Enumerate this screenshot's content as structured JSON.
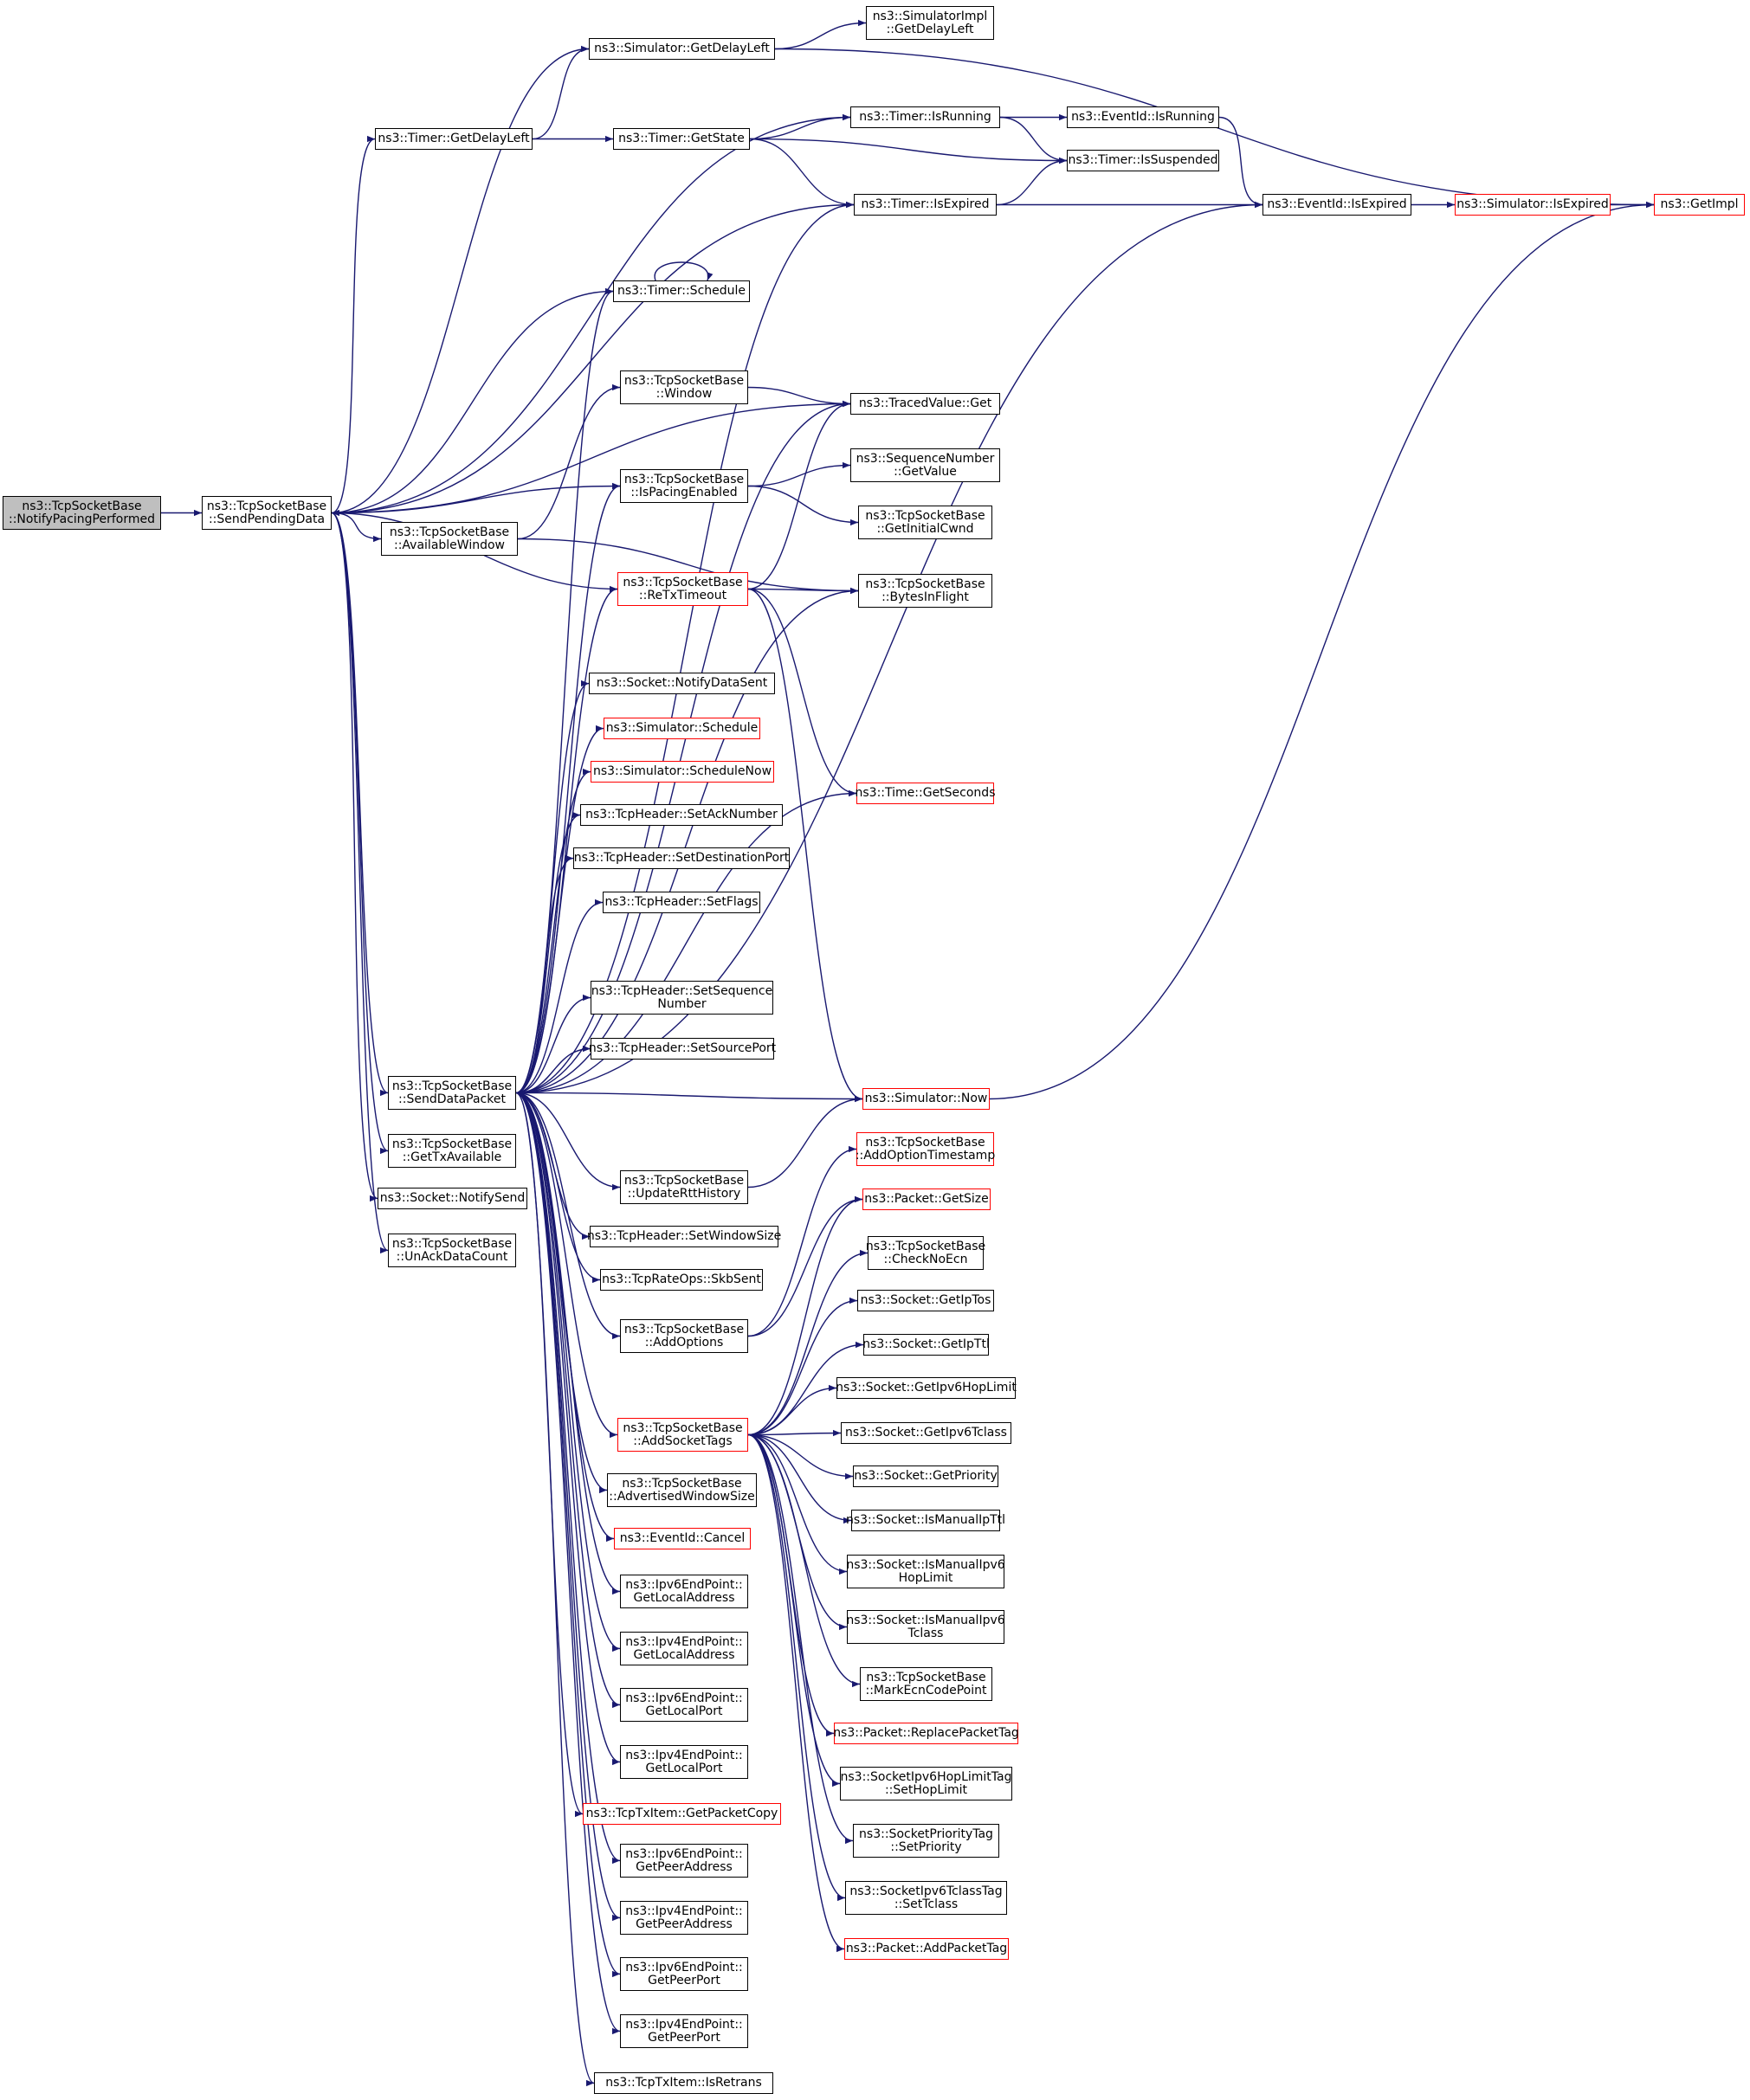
{
  "colors": {
    "edge": "#191970",
    "border": "#000000",
    "highlight_border": "#ff0000",
    "selected_fill": "#bfbfbf"
  },
  "nodes": [
    {
      "id": "n0",
      "lines": [
        "ns3::TcpSocketBase",
        "::NotifyPacingPerformed"
      ],
      "red": false,
      "selected": true
    },
    {
      "id": "n1",
      "lines": [
        "ns3::TcpSocketBase",
        "::SendPendingData"
      ],
      "red": false
    },
    {
      "id": "n2",
      "lines": [
        "ns3::Simulator::GetDelayLeft"
      ],
      "red": false
    },
    {
      "id": "n3",
      "lines": [
        "ns3::SimulatorImpl",
        "::GetDelayLeft"
      ],
      "red": false
    },
    {
      "id": "n4",
      "lines": [
        "ns3::Timer::IsRunning"
      ],
      "red": false
    },
    {
      "id": "n5",
      "lines": [
        "ns3::EventId::IsRunning"
      ],
      "red": false
    },
    {
      "id": "n6",
      "lines": [
        "ns3::Timer::GetDelayLeft"
      ],
      "red": false
    },
    {
      "id": "n7",
      "lines": [
        "ns3::Timer::GetState"
      ],
      "red": false
    },
    {
      "id": "n8",
      "lines": [
        "ns3::Timer::IsSuspended"
      ],
      "red": false
    },
    {
      "id": "n9",
      "lines": [
        "ns3::Timer::IsExpired"
      ],
      "red": false
    },
    {
      "id": "n10",
      "lines": [
        "ns3::EventId::IsExpired"
      ],
      "red": false
    },
    {
      "id": "n11",
      "lines": [
        "ns3::Simulator::IsExpired"
      ],
      "red": true
    },
    {
      "id": "n12",
      "lines": [
        "ns3::GetImpl"
      ],
      "red": true
    },
    {
      "id": "n13",
      "lines": [
        "ns3::Timer::Schedule"
      ],
      "red": false
    },
    {
      "id": "n14",
      "lines": [
        "ns3::TcpSocketBase",
        "::Window"
      ],
      "red": false
    },
    {
      "id": "n15",
      "lines": [
        "ns3::TracedValue::Get"
      ],
      "red": false
    },
    {
      "id": "n16",
      "lines": [
        "ns3::TcpSocketBase",
        "::IsPacingEnabled"
      ],
      "red": false
    },
    {
      "id": "n17",
      "lines": [
        "ns3::SequenceNumber",
        "::GetValue"
      ],
      "red": false
    },
    {
      "id": "n18",
      "lines": [
        "ns3::TcpSocketBase",
        "::GetInitialCwnd"
      ],
      "red": false
    },
    {
      "id": "n19",
      "lines": [
        "ns3::TcpSocketBase",
        "::AvailableWindow"
      ],
      "red": false
    },
    {
      "id": "n20",
      "lines": [
        "ns3::TcpSocketBase",
        "::ReTxTimeout"
      ],
      "red": true
    },
    {
      "id": "n21",
      "lines": [
        "ns3::TcpSocketBase",
        "::BytesInFlight"
      ],
      "red": false
    },
    {
      "id": "n22",
      "lines": [
        "ns3::Socket::NotifyDataSent"
      ],
      "red": false
    },
    {
      "id": "n23",
      "lines": [
        "ns3::Simulator::Schedule"
      ],
      "red": true
    },
    {
      "id": "n24",
      "lines": [
        "ns3::Simulator::ScheduleNow"
      ],
      "red": true
    },
    {
      "id": "n25",
      "lines": [
        "ns3::Time::GetSeconds"
      ],
      "red": true
    },
    {
      "id": "n26",
      "lines": [
        "ns3::TcpHeader::SetAckNumber"
      ],
      "red": false
    },
    {
      "id": "n27",
      "lines": [
        "ns3::TcpHeader::SetDestinationPort"
      ],
      "red": false
    },
    {
      "id": "n28",
      "lines": [
        "ns3::TcpHeader::SetFlags"
      ],
      "red": false
    },
    {
      "id": "n29",
      "lines": [
        "ns3::TcpHeader::SetSequence",
        "Number"
      ],
      "red": false
    },
    {
      "id": "n30",
      "lines": [
        "ns3::TcpHeader::SetSourcePort"
      ],
      "red": false
    },
    {
      "id": "n31",
      "lines": [
        "ns3::TcpSocketBase",
        "::SendDataPacket"
      ],
      "red": false
    },
    {
      "id": "n32",
      "lines": [
        "ns3::Simulator::Now"
      ],
      "red": true
    },
    {
      "id": "n33",
      "lines": [
        "ns3::TcpSocketBase",
        "::GetTxAvailable"
      ],
      "red": false
    },
    {
      "id": "n34",
      "lines": [
        "ns3::TcpSocketBase",
        "::AddOptionTimestamp"
      ],
      "red": true
    },
    {
      "id": "n35",
      "lines": [
        "ns3::TcpSocketBase",
        "::UpdateRttHistory"
      ],
      "red": false
    },
    {
      "id": "n36",
      "lines": [
        "ns3::Socket::NotifySend"
      ],
      "red": false
    },
    {
      "id": "n37",
      "lines": [
        "ns3::Packet::GetSize"
      ],
      "red": true
    },
    {
      "id": "n38",
      "lines": [
        "ns3::TcpHeader::SetWindowSize"
      ],
      "red": false
    },
    {
      "id": "n39",
      "lines": [
        "ns3::TcpSocketBase",
        "::UnAckDataCount"
      ],
      "red": false
    },
    {
      "id": "n40",
      "lines": [
        "ns3::TcpSocketBase",
        "::CheckNoEcn"
      ],
      "red": false
    },
    {
      "id": "n41",
      "lines": [
        "ns3::TcpRateOps::SkbSent"
      ],
      "red": false
    },
    {
      "id": "n42",
      "lines": [
        "ns3::Socket::GetIpTos"
      ],
      "red": false
    },
    {
      "id": "n43",
      "lines": [
        "ns3::TcpSocketBase",
        "::AddOptions"
      ],
      "red": false
    },
    {
      "id": "n44",
      "lines": [
        "ns3::Socket::GetIpTtl"
      ],
      "red": false
    },
    {
      "id": "n45",
      "lines": [
        "ns3::Socket::GetIpv6HopLimit"
      ],
      "red": false
    },
    {
      "id": "n46",
      "lines": [
        "ns3::TcpSocketBase",
        "::AddSocketTags"
      ],
      "red": true
    },
    {
      "id": "n47",
      "lines": [
        "ns3::Socket::GetIpv6Tclass"
      ],
      "red": false
    },
    {
      "id": "n48",
      "lines": [
        "ns3::Socket::GetPriority"
      ],
      "red": false
    },
    {
      "id": "n49",
      "lines": [
        "ns3::TcpSocketBase",
        "::AdvertisedWindowSize"
      ],
      "red": false
    },
    {
      "id": "n50",
      "lines": [
        "ns3::Socket::IsManualIpTtl"
      ],
      "red": false
    },
    {
      "id": "n51",
      "lines": [
        "ns3::EventId::Cancel"
      ],
      "red": true
    },
    {
      "id": "n52",
      "lines": [
        "ns3::Socket::IsManualIpv6",
        "HopLimit"
      ],
      "red": false
    },
    {
      "id": "n53",
      "lines": [
        "ns3::Ipv6EndPoint::",
        "GetLocalAddress"
      ],
      "red": false
    },
    {
      "id": "n54",
      "lines": [
        "ns3::Socket::IsManualIpv6",
        "Tclass"
      ],
      "red": false
    },
    {
      "id": "n55",
      "lines": [
        "ns3::Ipv4EndPoint::",
        "GetLocalAddress"
      ],
      "red": false
    },
    {
      "id": "n56",
      "lines": [
        "ns3::TcpSocketBase",
        "::MarkEcnCodePoint"
      ],
      "red": false
    },
    {
      "id": "n57",
      "lines": [
        "ns3::Ipv6EndPoint::",
        "GetLocalPort"
      ],
      "red": false
    },
    {
      "id": "n58",
      "lines": [
        "ns3::Packet::ReplacePacketTag"
      ],
      "red": true
    },
    {
      "id": "n59",
      "lines": [
        "ns3::Ipv4EndPoint::",
        "GetLocalPort"
      ],
      "red": false
    },
    {
      "id": "n60",
      "lines": [
        "ns3::SocketIpv6HopLimitTag",
        "::SetHopLimit"
      ],
      "red": false
    },
    {
      "id": "n61",
      "lines": [
        "ns3::TcpTxItem::GetPacketCopy"
      ],
      "red": true
    },
    {
      "id": "n62",
      "lines": [
        "ns3::SocketPriorityTag",
        "::SetPriority"
      ],
      "red": false
    },
    {
      "id": "n63",
      "lines": [
        "ns3::Ipv6EndPoint::",
        "GetPeerAddress"
      ],
      "red": false
    },
    {
      "id": "n64",
      "lines": [
        "ns3::SocketIpv6TclassTag",
        "::SetTclass"
      ],
      "red": false
    },
    {
      "id": "n65",
      "lines": [
        "ns3::Ipv4EndPoint::",
        "GetPeerAddress"
      ],
      "red": false
    },
    {
      "id": "n66",
      "lines": [
        "ns3::Packet::AddPacketTag"
      ],
      "red": true
    },
    {
      "id": "n67",
      "lines": [
        "ns3::Ipv6EndPoint::",
        "GetPeerPort"
      ],
      "red": false
    },
    {
      "id": "n68",
      "lines": [
        "ns3::Ipv4EndPoint::",
        "GetPeerPort"
      ],
      "red": false
    },
    {
      "id": "n69",
      "lines": [
        "ns3::TcpTxItem::IsRetrans"
      ],
      "red": false
    }
  ],
  "edges": [
    [
      "n0",
      "n1"
    ],
    [
      "n1",
      "n2"
    ],
    [
      "n1",
      "n4"
    ],
    [
      "n1",
      "n6"
    ],
    [
      "n1",
      "n9"
    ],
    [
      "n1",
      "n13"
    ],
    [
      "n1",
      "n15"
    ],
    [
      "n1",
      "n16"
    ],
    [
      "n1",
      "n19"
    ],
    [
      "n1",
      "n31"
    ],
    [
      "n1",
      "n33"
    ],
    [
      "n1",
      "n36"
    ],
    [
      "n1",
      "n39"
    ],
    [
      "n2",
      "n3"
    ],
    [
      "n2",
      "n12"
    ],
    [
      "n6",
      "n2"
    ],
    [
      "n6",
      "n7"
    ],
    [
      "n7",
      "n4"
    ],
    [
      "n7",
      "n8"
    ],
    [
      "n7",
      "n9"
    ],
    [
      "n4",
      "n5"
    ],
    [
      "n4",
      "n8"
    ],
    [
      "n9",
      "n8"
    ],
    [
      "n9",
      "n10"
    ],
    [
      "n5",
      "n10"
    ],
    [
      "n10",
      "n11"
    ],
    [
      "n11",
      "n12"
    ],
    [
      "n13",
      "n13"
    ],
    [
      "n14",
      "n15"
    ],
    [
      "n16",
      "n17"
    ],
    [
      "n16",
      "n18"
    ],
    [
      "n19",
      "n14"
    ],
    [
      "n19",
      "n21"
    ],
    [
      "n20",
      "n1"
    ],
    [
      "n20",
      "n15"
    ],
    [
      "n20",
      "n21"
    ],
    [
      "n20",
      "n25"
    ],
    [
      "n20",
      "n32"
    ],
    [
      "n31",
      "n9"
    ],
    [
      "n31",
      "n13"
    ],
    [
      "n31",
      "n15"
    ],
    [
      "n31",
      "n16"
    ],
    [
      "n31",
      "n20"
    ],
    [
      "n31",
      "n21"
    ],
    [
      "n31",
      "n22"
    ],
    [
      "n31",
      "n23"
    ],
    [
      "n31",
      "n24"
    ],
    [
      "n31",
      "n25"
    ],
    [
      "n31",
      "n26"
    ],
    [
      "n31",
      "n27"
    ],
    [
      "n31",
      "n28"
    ],
    [
      "n31",
      "n29"
    ],
    [
      "n31",
      "n30"
    ],
    [
      "n31",
      "n10"
    ],
    [
      "n31",
      "n32"
    ],
    [
      "n31",
      "n35"
    ],
    [
      "n31",
      "n38"
    ],
    [
      "n31",
      "n41"
    ],
    [
      "n31",
      "n43"
    ],
    [
      "n31",
      "n46"
    ],
    [
      "n31",
      "n49"
    ],
    [
      "n31",
      "n51"
    ],
    [
      "n31",
      "n53"
    ],
    [
      "n31",
      "n55"
    ],
    [
      "n31",
      "n57"
    ],
    [
      "n31",
      "n59"
    ],
    [
      "n31",
      "n61"
    ],
    [
      "n31",
      "n63"
    ],
    [
      "n31",
      "n65"
    ],
    [
      "n31",
      "n67"
    ],
    [
      "n31",
      "n68"
    ],
    [
      "n31",
      "n69"
    ],
    [
      "n32",
      "n12"
    ],
    [
      "n35",
      "n32"
    ],
    [
      "n43",
      "n34"
    ],
    [
      "n43",
      "n37"
    ],
    [
      "n46",
      "n37"
    ],
    [
      "n46",
      "n40"
    ],
    [
      "n46",
      "n42"
    ],
    [
      "n46",
      "n44"
    ],
    [
      "n46",
      "n45"
    ],
    [
      "n46",
      "n47"
    ],
    [
      "n46",
      "n48"
    ],
    [
      "n46",
      "n50"
    ],
    [
      "n46",
      "n52"
    ],
    [
      "n46",
      "n54"
    ],
    [
      "n46",
      "n56"
    ],
    [
      "n46",
      "n58"
    ],
    [
      "n46",
      "n60"
    ],
    [
      "n46",
      "n62"
    ],
    [
      "n46",
      "n64"
    ],
    [
      "n46",
      "n66"
    ]
  ]
}
